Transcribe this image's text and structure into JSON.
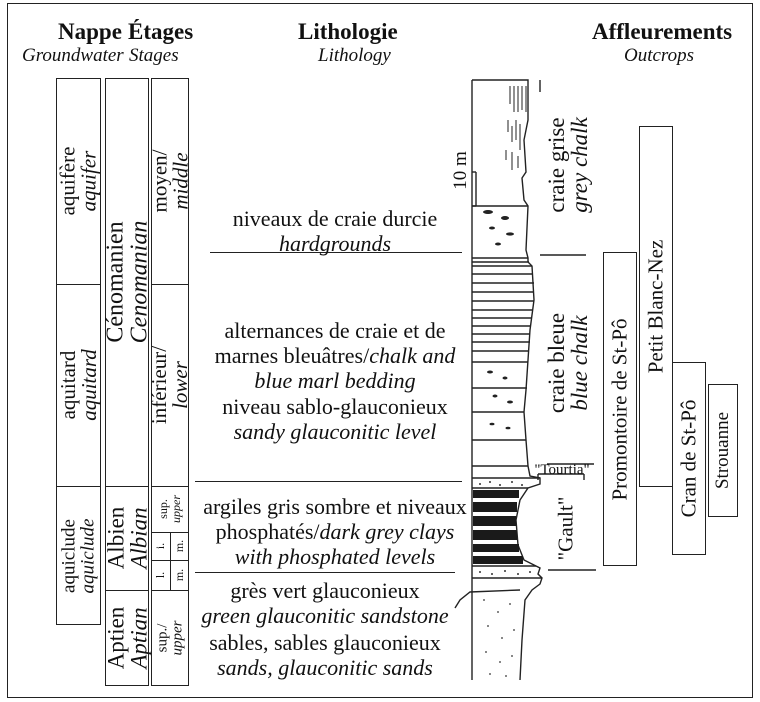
{
  "headers": {
    "nappe": "Nappe",
    "groundwater": "Groundwater",
    "etages": "Étages",
    "stages": "Stages",
    "lithologie": "Lithologie",
    "lithology": "Lithology",
    "affleurements": "Affleurements",
    "outcrops": "Outcrops"
  },
  "nappe": {
    "aquifere": {
      "fr": "aquifère",
      "en": "aquifer"
    },
    "aquitard": {
      "fr": "aquitard",
      "en": "aquitard"
    },
    "aquiclude": {
      "fr": "aquiclude",
      "en": "aquiclude"
    }
  },
  "etages": {
    "cenomanien": {
      "fr": "Cénomanien",
      "en": "Cenomanian"
    },
    "albien": {
      "fr": "Albien",
      "en": "Albian"
    },
    "aptien": {
      "fr": "Aptien",
      "en": "Aptian"
    }
  },
  "substages": {
    "moyen": {
      "fr": "moyen/",
      "en": "middle"
    },
    "inferieur": {
      "fr": "inférieur/",
      "en": "lower"
    },
    "sup": {
      "fr": "sup.",
      "en": "upper"
    },
    "i": "i.",
    "m_top": "m.",
    "l": "l.",
    "m_bot": "m.",
    "aptian_sup": {
      "fr": "sup./",
      "en": "upper"
    }
  },
  "lithology": {
    "hardgrounds": {
      "fr": "niveaux de craie durcie",
      "en": "hardgrounds"
    },
    "alternances": {
      "l1": "alternances de craie et de",
      "l2_fr": "marnes bleuâtres/",
      "l2_en": "chalk and",
      "l3_en": "blue marl bedding"
    },
    "sablo": {
      "fr": "niveau sablo-glauconieux",
      "en": "sandy glauconitic level"
    },
    "argiles": {
      "l1": "argiles gris sombre et niveaux",
      "l2_fr": "phosphatés/",
      "l2_en": "dark grey clays",
      "l3_en": "with phosphated levels"
    },
    "gres": {
      "fr": "grès vert glauconieux",
      "en": "green glauconitic sandstone"
    },
    "sables": {
      "fr": "sables, sables glauconieux",
      "en": "sands, glauconitic sands"
    }
  },
  "column": {
    "scale": "10 m",
    "craie_grise": {
      "fr": "craie grise",
      "en": "grey chalk"
    },
    "craie_bleue": {
      "fr": "craie bleue",
      "en": "blue chalk"
    },
    "tourtia": "\"Tourtia\"",
    "gault": "\"Gault\""
  },
  "outcrops": {
    "promontoire": "Promontoire de St-Pô",
    "petit_blanc_nez": "Petit Blanc-Nez",
    "cran": "Cran de St-Pô",
    "strouanne": "Strouanne"
  }
}
